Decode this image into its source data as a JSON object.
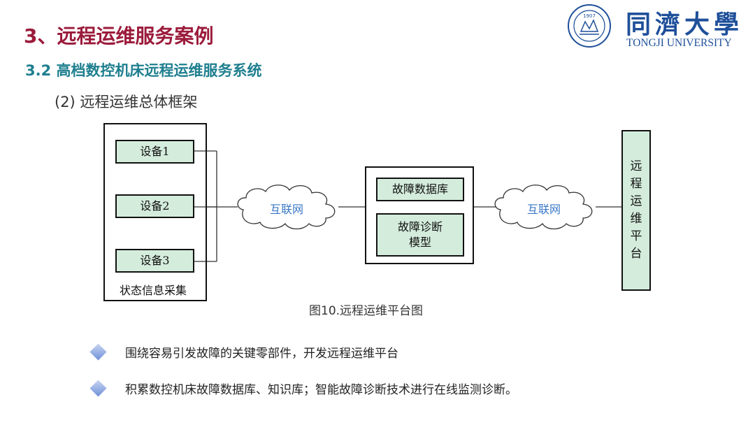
{
  "header": {
    "title": "3、远程运维服务案例",
    "subtitle": "3.2 高档数控机床远程运维服务系统",
    "section": "(2) 远程运维总体框架"
  },
  "logo": {
    "name_cn": "同濟大學",
    "name_en": "TONGJI UNIVERSITY",
    "seal_year": "1907"
  },
  "diagram": {
    "devices": [
      "设备1",
      "设备2",
      "设备3"
    ],
    "collect_label": "状态信息采集",
    "cloud_left": "互联网",
    "cloud_right": "互联网",
    "fault_db": "故障数据库",
    "diag_line1": "故障诊断",
    "diag_line2": "模型",
    "platform_chars": [
      "远",
      "程",
      "运",
      "维",
      "平",
      "台"
    ],
    "caption": "图10.远程运维平台图"
  },
  "bullets": [
    "围绕容易引发故障的关键零部件，开发远程运维平台",
    "积累数控机床故障数据库、知识库；智能故障诊断技术进行在线监测诊断。"
  ],
  "colors": {
    "title": "#9b1b3b",
    "subtitle": "#1f7f8f",
    "cell_fill": "#d4ecdc",
    "cloud_text": "#3a78c8",
    "logo": "#1e4f9a"
  }
}
